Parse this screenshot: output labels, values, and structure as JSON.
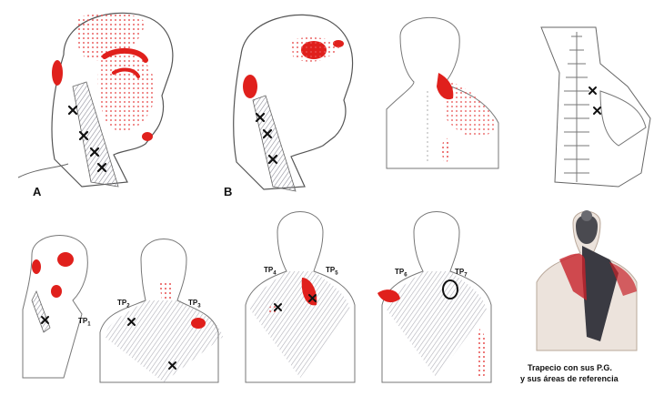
{
  "labels": {
    "panel_a": "A",
    "panel_b": "B",
    "tp1_left": "TP",
    "tp1_left_sub": "1",
    "tp2_shoulder": "TP",
    "tp2_shoulder_sub": "2",
    "tp3_shoulder": "TP",
    "tp3_shoulder_sub": "3",
    "tp4_back": "TP",
    "tp4_back_sub": "4",
    "tp5_back": "TP",
    "tp5_back_sub": "5",
    "tp6_back": "TP",
    "tp6_back_sub": "6",
    "tp7_back": "TP",
    "tp7_back_sub": "7"
  },
  "caption": {
    "line1": "Trapecio con sus P.G.",
    "line2": "y sus áreas de referencia"
  },
  "colors": {
    "pain_red": "#e0201c",
    "pain_dots": "#e85050",
    "muscle_grey": "#9a9aa6",
    "outline": "#555555"
  }
}
